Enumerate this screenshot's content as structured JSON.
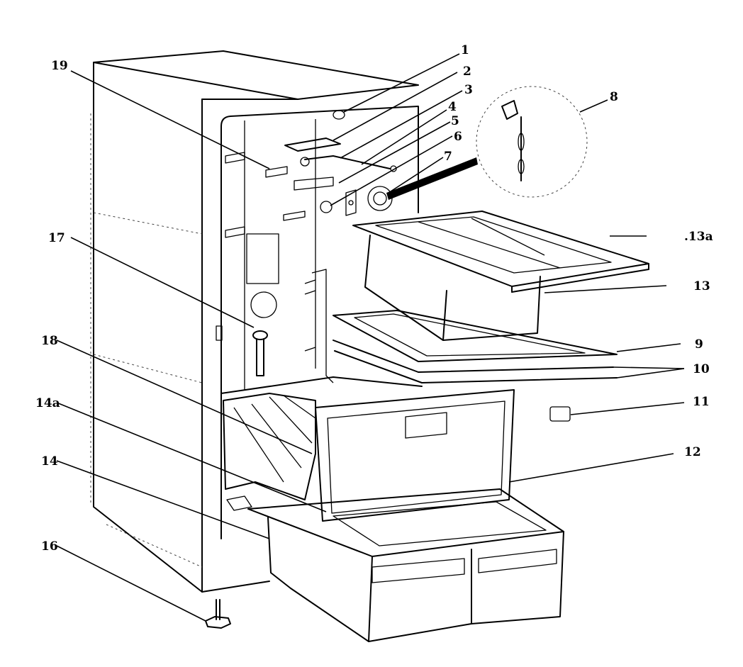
{
  "labels": {
    "p1": "1",
    "p2": "2",
    "p3": "3",
    "p4": "4",
    "p5": "5",
    "p6": "6",
    "p7": "7",
    "p8": "8",
    "p9": "9",
    "p10": "10",
    "p11": "11",
    "p12": "12",
    "p13": "13",
    "p13a": ".13a",
    "p14": "14",
    "p14a": "14a",
    "p16": "16",
    "p17": "17",
    "p18": "18",
    "p19": "19"
  }
}
